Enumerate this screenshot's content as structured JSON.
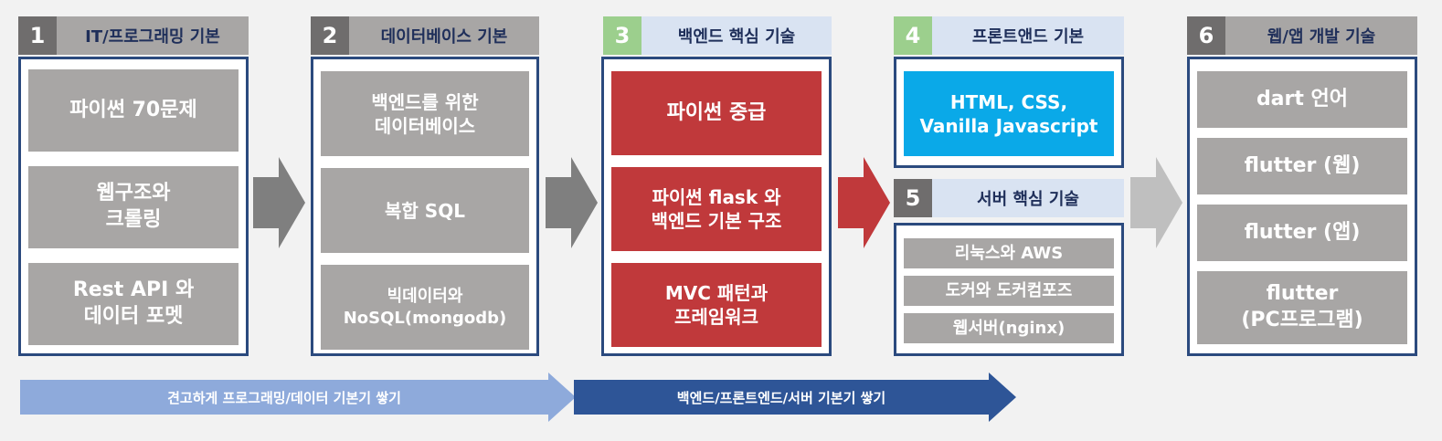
{
  "columns": [
    {
      "number": "1",
      "title": "IT/프로그래밍 기본",
      "items": [
        "파이썬 70문제",
        "웹구조와\n크롤링",
        "Rest API 와\n데이터 포멧"
      ]
    },
    {
      "number": "2",
      "title": "데이터베이스 기본",
      "items": [
        "백엔드를 위한\n데이터베이스",
        "복합 SQL",
        "빅데이터와\nNoSQL(mongodb)"
      ]
    },
    {
      "number": "3",
      "title": "백엔드 핵심 기술",
      "items": [
        "파이썬 중급",
        "파이썬 flask 와\n백엔드 기본 구조",
        "MVC 패턴과\n프레임워크"
      ]
    },
    {
      "number": "4",
      "title": "프론트앤드 기본",
      "items": [
        "HTML, CSS,\nVanilla Javascript"
      ]
    },
    {
      "number": "5",
      "title": "서버 핵심 기술",
      "items": [
        "리눅스와 AWS",
        "도커와 도커컴포즈",
        "웹서버(nginx)"
      ]
    },
    {
      "number": "6",
      "title": "웹/앱 개발 기술",
      "items": [
        "dart 언어",
        "flutter (웹)",
        "flutter (앱)",
        "flutter\n(PC프로그램)"
      ]
    }
  ],
  "bands": [
    {
      "label": "견고하게 프로그래밍/데이터 기본기 쌓기",
      "color": "#8eaadb"
    },
    {
      "label": "백엔드/프론트엔드/서버 기본기 쌓기",
      "color": "#2e5597"
    }
  ],
  "colors": {
    "panel_border": "#2b4a7e",
    "gray_box": "#a8a6a5",
    "red_box": "#c0393b",
    "blue_box": "#0aa9e8",
    "number_gray": "#6f6d6d",
    "number_green": "#9ccf8d",
    "header_gray": "#a8a6a5",
    "header_light": "#d9e3f2",
    "arrow_dark_gray": "#7f7f7f",
    "arrow_red": "#c0393b",
    "arrow_light_gray": "#bfbfbf"
  },
  "icons": [
    "right-arrow-icon"
  ]
}
